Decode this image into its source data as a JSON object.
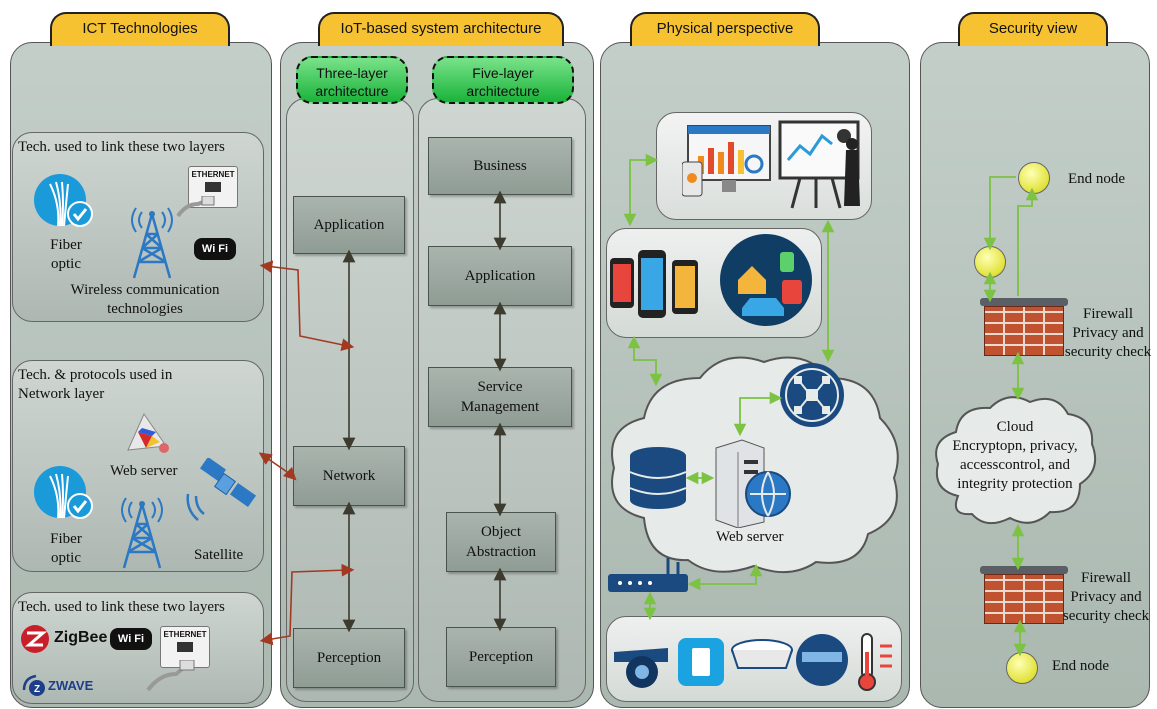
{
  "headers": {
    "ict": "ICT Technologies",
    "iot": "IoT-based system architecture",
    "physical": "Physical perspective",
    "security": "Security view"
  },
  "ict": {
    "box1_title": "Tech. used to link these two layers",
    "fiber_optic": "Fiber\noptic",
    "wireless": "Wireless communication\ntechnologies",
    "box2_title": "Tech. & protocols used in\nNetwork layer",
    "web_server": "Web server",
    "satellite": "Satellite",
    "fiber_optic_2": "Fiber\noptic",
    "box3_title": "Tech. used to link these two layers",
    "ethernet": "ETHERNET",
    "wifi": "Wi Fi",
    "zigbee": "ZigBee",
    "zwave": "ZWAVE"
  },
  "three_layer": {
    "header": "Three-layer\narchitecture",
    "layers": [
      "Application",
      "Network",
      "Perception"
    ]
  },
  "five_layer": {
    "header": "Five-layer\narchitecture",
    "layers": [
      "Business",
      "Application",
      "Service\nManagement",
      "Object\nAbstraction",
      "Perception"
    ]
  },
  "physical": {
    "web_server": "Web server"
  },
  "security": {
    "end_node_top": "End node",
    "firewall_top": "Firewall\nPrivacy and\nsecurity check",
    "cloud": "Cloud\nEncryptopn, privacy,\naccesscontrol, and\nintegrity protection",
    "firewall_bottom": "Firewall\nPrivacy and\nsecurity check",
    "end_node_bottom": "End node"
  },
  "colors": {
    "tab": "#f6c232",
    "panel": "#b5c2bb",
    "layer_box": "#9aa69f",
    "green_header": "#2cbb4a",
    "dark_arrow": "#3d3a2e",
    "red_arrow": "#a23a22",
    "green_arrow": "#7cc243"
  }
}
